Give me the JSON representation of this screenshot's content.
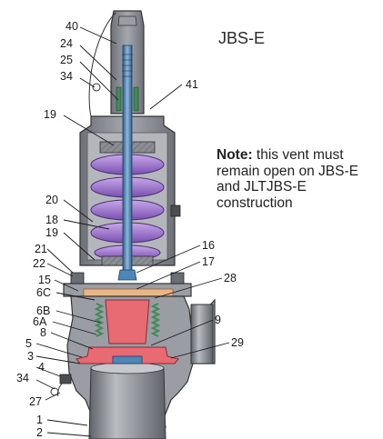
{
  "title": "JBS-E",
  "note": {
    "label": "Note:",
    "text": "this vent must remain open on JBS-E and JLTJBS-E construction"
  },
  "callouts": {
    "c40": "40",
    "c24": "24",
    "c25": "25",
    "c34a": "34",
    "c41": "41",
    "c19a": "19",
    "c20": "20",
    "c18": "18",
    "c19b": "19",
    "c21": "21",
    "c22": "22",
    "c15": "15",
    "c6C": "6C",
    "c6B": "6B",
    "c6A": "6A",
    "c8": "8",
    "c5": "5",
    "c3": "3",
    "c4": "4",
    "c34b": "34",
    "c27": "27",
    "c1": "1",
    "c2": "2",
    "c16": "16",
    "c17": "17",
    "c28": "28",
    "c9": "9",
    "c29": "29"
  },
  "colors": {
    "body_gray": "#8a8d93",
    "spring_purple": "#9b6fc7",
    "seat_pink": "#e86a73",
    "stem_blue": "#4f86b8",
    "bellows_green": "#3f8a55",
    "flange_tan": "#e9b787"
  }
}
